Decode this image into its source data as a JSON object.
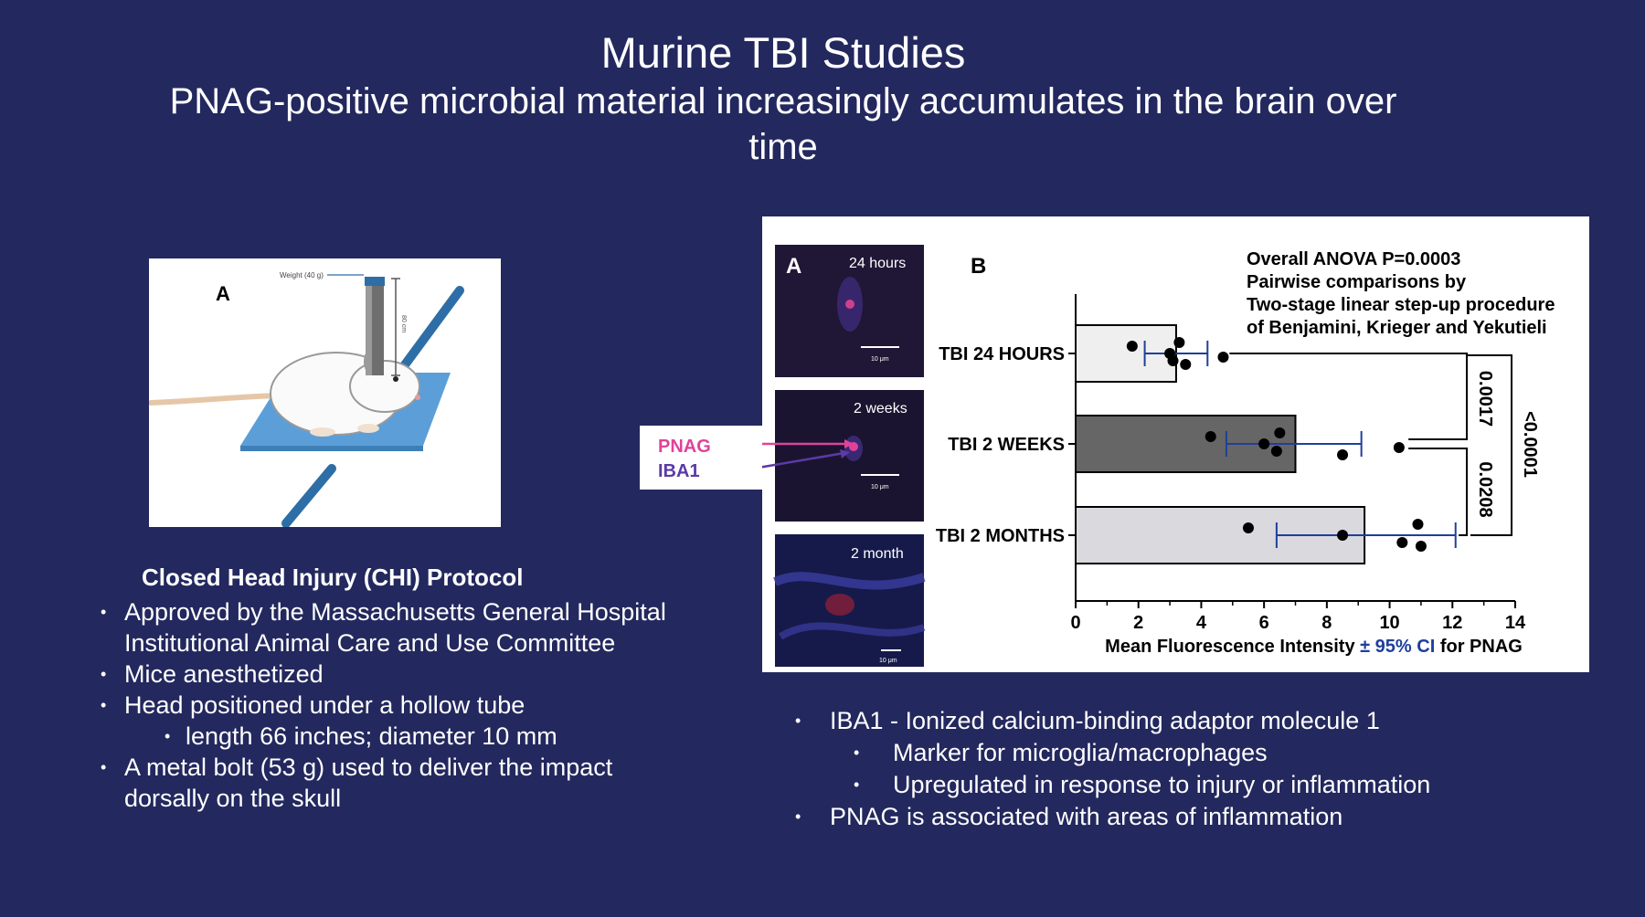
{
  "slide": {
    "title": "Murine TBI Studies",
    "subtitle": "PNAG-positive microbial material increasingly accumulates in the brain over time"
  },
  "panel_a": {
    "label": "A",
    "weight_label": "Weight (40 g)",
    "height_label": "80 cm"
  },
  "protocol": {
    "heading": "Closed Head Injury (CHI) Protocol",
    "items": [
      {
        "level": 1,
        "text": "Approved by the Massachusetts General Hospital Institutional Animal Care and Use Committee"
      },
      {
        "level": 1,
        "text": "Mice anesthetized"
      },
      {
        "level": 1,
        "text": "Head positioned under a hollow tube"
      },
      {
        "level": 2,
        "text": "length 66 inches; diameter 10 mm"
      },
      {
        "level": 1,
        "text": "A metal bolt (53 g) used to deliver the impact dorsally on the skull"
      }
    ]
  },
  "notes": {
    "items": [
      {
        "level": 1,
        "text": "IBA1 - Ionized calcium-binding adaptor molecule 1"
      },
      {
        "level": 2,
        "text": "Marker for microglia/macrophages"
      },
      {
        "level": 2,
        "text": "Upregulated in response to injury or inflammation"
      },
      {
        "level": 1,
        "text": "PNAG is associated with areas of inflammation"
      }
    ]
  },
  "micrographs": {
    "panel_label": "A",
    "images": [
      {
        "label": "24 hours",
        "scale": "10 μm"
      },
      {
        "label": "2 weeks",
        "scale": "10 μm"
      },
      {
        "label": "2 month",
        "scale": "10 μm"
      }
    ],
    "legend": [
      {
        "text": "PNAG",
        "color": "#e0429a"
      },
      {
        "text": "IBA1",
        "color": "#5b3aa6"
      }
    ]
  },
  "chart_data": {
    "type": "bar",
    "orientation": "horizontal",
    "panel_label": "B",
    "categories": [
      "TBI 24 HOURS",
      "TBI 2 WEEKS",
      "TBI 2 MONTHS"
    ],
    "values": [
      3.2,
      7.0,
      9.2
    ],
    "ci_low": [
      2.2,
      4.8,
      6.4
    ],
    "ci_high": [
      4.2,
      9.1,
      12.1
    ],
    "bar_colors": [
      "#efefef",
      "#666666",
      "#d9d9de"
    ],
    "points": [
      [
        1.8,
        3.0,
        3.1,
        3.3,
        3.5,
        4.7
      ],
      [
        4.3,
        6.0,
        6.4,
        6.5,
        8.5,
        10.3
      ],
      [
        5.5,
        8.5,
        10.4,
        10.9,
        11.0
      ]
    ],
    "xlim": [
      0,
      14
    ],
    "xticks": [
      0,
      2,
      4,
      6,
      8,
      10,
      12,
      14
    ],
    "xlabel_parts": [
      {
        "text": "Mean Fluorescence Intensity ",
        "color": "#000000"
      },
      {
        "text": "± 95% CI",
        "color": "#1f3f9a"
      },
      {
        "text": " for PNAG",
        "color": "#000000"
      }
    ],
    "error_bar_color": "#1f3f9a",
    "annotation_lines": [
      "Overall ANOVA P=0.0003",
      "Pairwise comparisons by",
      "Two-stage linear step-up procedure",
      "of Benjamini, Krieger and Yekutieli"
    ],
    "comparisons": [
      {
        "from": 0,
        "to": 1,
        "p": "0.0017"
      },
      {
        "from": 1,
        "to": 2,
        "p": "0.0208"
      },
      {
        "from": 0,
        "to": 2,
        "p": "<0.0001"
      }
    ]
  }
}
